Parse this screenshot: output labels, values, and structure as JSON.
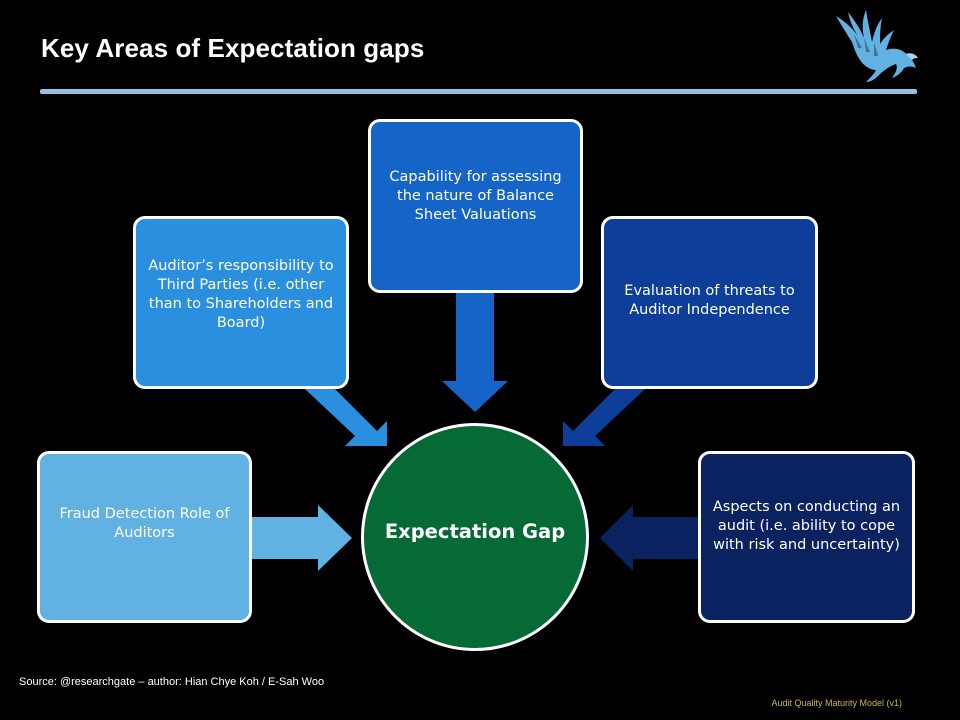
{
  "slide": {
    "title": "Key Areas of Expectation gaps",
    "logo_icon": "eagle-logo-icon",
    "source": "Source: @researchgate – author: Hian Chye Koh / E-Sah Woo",
    "footer": "Audit Quality Maturity Model (v1)"
  },
  "diagram": {
    "center": "Expectation Gap",
    "nodes": [
      {
        "id": "fraud",
        "label": "Fraud Detection Role of Auditors",
        "color": "#62b1e3"
      },
      {
        "id": "third_parties",
        "label": "Auditor’s responsibility to Third Parties (i.e. other than to Shareholders and Board)",
        "color": "#2b8fe0"
      },
      {
        "id": "capability",
        "label": "Capability for assessing the nature of Balance Sheet Valuations",
        "color": "#1565c9"
      },
      {
        "id": "threats",
        "label": "Evaluation of threats to Auditor Independence",
        "color": "#0d3f9a"
      },
      {
        "id": "aspects",
        "label": "Aspects on conducting an audit (i.e. ability to cope with risk and uncertainty)",
        "color": "#0a2260"
      }
    ],
    "colors": {
      "background": "#000000",
      "center": "#066a37",
      "title_rule": "#8ec3e8",
      "footer_text": "#c9b84a"
    }
  }
}
